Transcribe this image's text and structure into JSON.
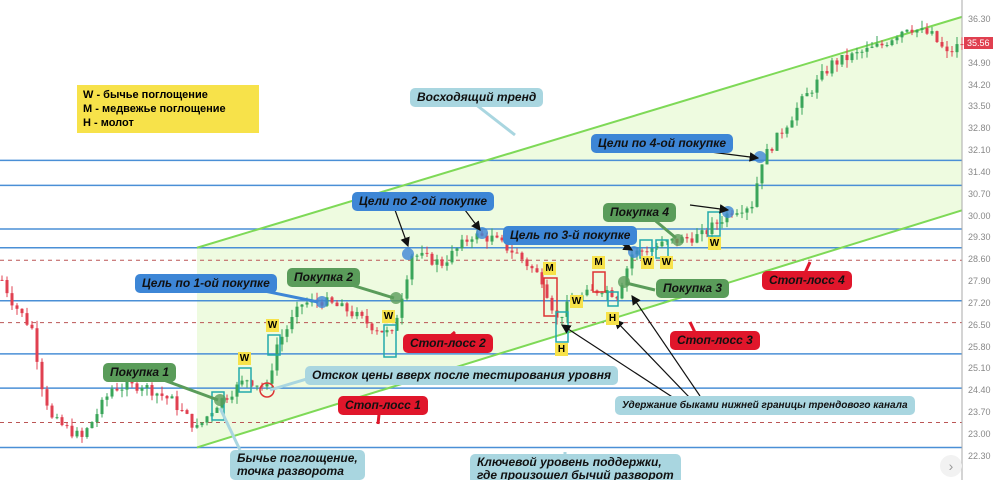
{
  "chart_data": {
    "type": "candlestick",
    "y_axis": {
      "min": 21.6,
      "max": 37.0,
      "ticks": [
        "36.30",
        "34.90",
        "34.20",
        "33.50",
        "32.80",
        "32.10",
        "31.40",
        "30.70",
        "30.00",
        "29.30",
        "28.60",
        "27.90",
        "27.20",
        "26.50",
        "25.80",
        "25.10",
        "24.40",
        "23.70",
        "23.00",
        "22.30"
      ]
    },
    "last_price": "35.56",
    "price_path": [
      [
        0,
        27.97
      ],
      [
        2,
        27.3
      ],
      [
        6,
        26.4
      ],
      [
        8,
        24.6
      ],
      [
        10,
        23.5
      ],
      [
        16,
        22.9
      ],
      [
        22,
        24.5
      ],
      [
        28,
        24.6
      ],
      [
        34,
        24.1
      ],
      [
        39,
        23.2
      ],
      [
        43,
        24.0
      ],
      [
        49,
        24.8
      ],
      [
        53,
        24.5
      ],
      [
        55,
        25.9
      ],
      [
        60,
        27.2
      ],
      [
        64,
        27.3
      ],
      [
        69,
        27.0
      ],
      [
        74,
        26.5
      ],
      [
        78,
        26.2
      ],
      [
        80,
        27.5
      ],
      [
        82,
        28.8
      ],
      [
        88,
        28.5
      ],
      [
        94,
        29.4
      ],
      [
        98,
        29.3
      ],
      [
        103,
        28.8
      ],
      [
        108,
        28.0
      ],
      [
        111,
        26.7
      ],
      [
        114,
        27.3
      ],
      [
        120,
        27.7
      ],
      [
        123,
        27.5
      ],
      [
        126,
        28.8
      ],
      [
        134,
        29.2
      ],
      [
        140,
        29.4
      ],
      [
        146,
        30.2
      ],
      [
        150,
        30.4
      ],
      [
        152,
        31.8
      ],
      [
        160,
        33.7
      ],
      [
        166,
        34.9
      ],
      [
        176,
        35.5
      ],
      [
        181,
        36.1
      ],
      [
        186,
        35.8
      ],
      [
        189,
        35.2
      ],
      [
        192,
        35.56
      ]
    ],
    "support_resistance_levels": [
      31.8,
      31.0,
      29.6,
      29.0,
      27.3,
      25.6,
      24.5,
      22.6
    ],
    "stop_levels": [
      28.6,
      26.6,
      23.4
    ],
    "channel": {
      "upper": [
        [
          39,
          29.0
        ],
        [
          192,
          36.4
        ]
      ],
      "lower": [
        [
          39,
          22.6
        ],
        [
          192,
          30.2
        ]
      ]
    }
  },
  "legend": [
    "W - бычье поглощение",
    "M - медвежье поглощение",
    "H - молот"
  ],
  "labels": {
    "trend": "Восходящий тренд",
    "target4": "Цели по 4-ой покупке",
    "target2": "Цели по 2-ой покупке",
    "target3": "Цель по 3-й покупке",
    "target1": "Цель по 1-ой покупке",
    "buy1": "Покупка 1",
    "buy2": "Покупка 2",
    "buy3": "Покупка 3",
    "buy4": "Покупка 4",
    "stop1": "Стоп-лосс 1",
    "stop2": "Стоп-лосс 2",
    "stop3": "Стоп-лосс 3",
    "stop4": "Стоп-лосс 4",
    "bounce": "Отскок цены вверх после тестирования уровня",
    "hold": "Удержание быками нижней границы трендового канала",
    "reversal1": "Бычье поглощение,",
    "reversal2": "точка разворота",
    "support1": "Ключевой уровень поддержки,",
    "support2": "где произошел бычий разворот"
  },
  "markers": {
    "w": "W",
    "m": "M",
    "h": "H"
  },
  "colors": {
    "up": "#3aa55a",
    "down": "#e04050",
    "level": "#4a8fd6",
    "channel": "#7ed957",
    "fill": "#eefbe0"
  }
}
